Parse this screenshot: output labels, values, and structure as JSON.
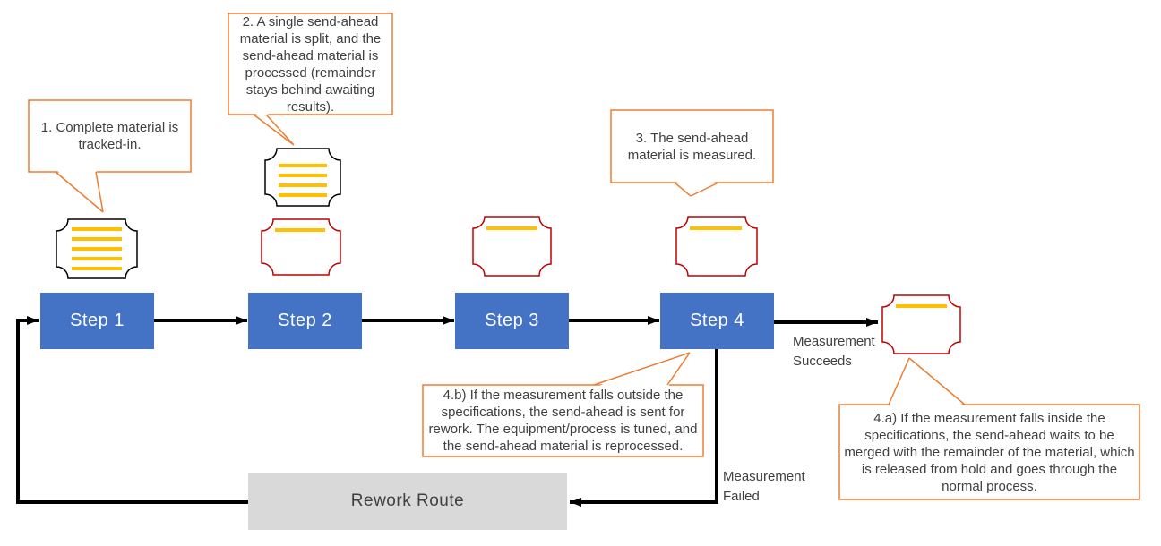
{
  "steps": [
    {
      "label": "Step 1"
    },
    {
      "label": "Step 2"
    },
    {
      "label": "Step 3"
    },
    {
      "label": "Step 4"
    }
  ],
  "rework": {
    "label": "Rework Route"
  },
  "flow_labels": {
    "measurement_succeeds": "Measurement\nSucceeds",
    "measurement_failed": "Measurement\nFailed"
  },
  "callouts": {
    "step1": {
      "text": "1. Complete material is tracked-in."
    },
    "step2": {
      "text": "2. A single send-ahead material is split, and the send-ahead material is processed (remainder stays behind awaiting results)."
    },
    "step3": {
      "text": "3. The send-ahead material is measured."
    },
    "step4_outside": {
      "text": "4.b) If the measurement falls outside the specifications, the send-ahead is sent for rework. The equipment/process is tuned, and the send-ahead material is reprocessed."
    },
    "step4_inside": {
      "text": "4.a) If the measurement falls inside the specifications, the send-ahead waits to be merged with the remainder of the material, which is released from hold and goes through the normal process."
    }
  },
  "icons": [
    {
      "name": "complete-material-icon",
      "border": "#000000",
      "lines": 5
    },
    {
      "name": "remainder-material-icon",
      "border": "#000000",
      "lines": 4
    },
    {
      "name": "send-ahead-material-icon-step2",
      "border": "#C00000",
      "lines": 1
    },
    {
      "name": "send-ahead-material-icon-step3",
      "border": "#C00000",
      "lines": 1
    },
    {
      "name": "send-ahead-material-icon-step4",
      "border": "#C00000",
      "lines": 1
    },
    {
      "name": "send-ahead-material-icon-succeeded",
      "border": "#C00000",
      "lines": 1
    }
  ],
  "colors": {
    "step_fill": "#4472C4",
    "step_text": "#FFFFFF",
    "callout_border": "#ED7D31",
    "callout_text": "#404040",
    "material_line": "#FFC000",
    "send_ahead_border": "#C00000",
    "rework_fill": "#D9D9D9",
    "rework_text": "#404040",
    "connector": "#000000"
  }
}
